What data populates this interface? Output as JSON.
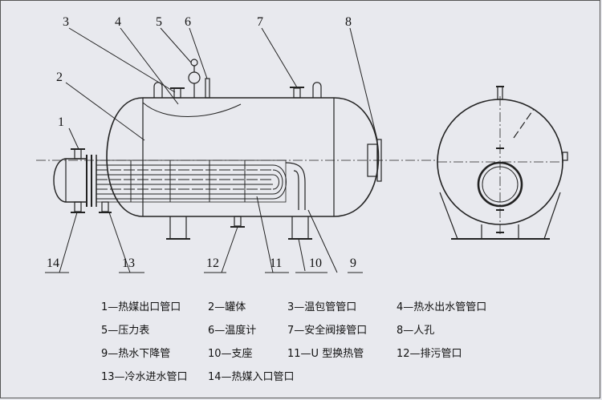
{
  "callouts": {
    "c1": "1",
    "c2": "2",
    "c3": "3",
    "c4": "4",
    "c5": "5",
    "c6": "6",
    "c7": "7",
    "c8": "8",
    "c9": "9",
    "c10": "10",
    "c11": "11",
    "c12": "12",
    "c13": "13",
    "c14": "14"
  },
  "legend": [
    [
      "1—热媒出口管口",
      "2—罐体",
      "3—温包管管口",
      "4—热水出水管管口"
    ],
    [
      "5—压力表",
      "6—温度计",
      "7—安全阀接管口",
      "8—人孔"
    ],
    [
      "9—热水下降管",
      "10—支座",
      "11—U 型换热管",
      "12—排污管口"
    ],
    [
      "13—冷水进水管口",
      "14—热媒入口管口"
    ]
  ]
}
